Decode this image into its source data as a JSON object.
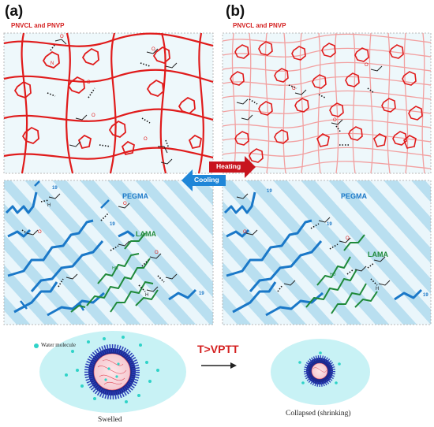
{
  "panels": {
    "a": {
      "letter": "(a)",
      "network_title": "PNVCL and PNVP"
    },
    "b": {
      "letter": "(b)",
      "network_title": "PNVCL and PNVP"
    }
  },
  "arrows": {
    "heating": "Heating",
    "cooling": "Cooling"
  },
  "polymers": {
    "pegma": "PEGMA",
    "lama": "LAMA",
    "repeat_count": "19"
  },
  "bottom": {
    "legend": "Water molecule",
    "transition": "T>VPTT",
    "swelled": "Swelled",
    "collapsed": "Collapsed (shrinking)"
  },
  "atoms": {
    "oxygen": "O",
    "nitrogen": "N",
    "hydrogen": "H",
    "hydroxyl": "HO"
  },
  "colors": {
    "network_red": "#e01b1b",
    "network_pink": "#f2a0a0",
    "pegma_blue": "#1a78c8",
    "lama_green": "#1f8a3a",
    "panel_bg": "#eef8fb",
    "water_cyan": "#2fd3c8",
    "heating_red": "#c8141e",
    "cooling_blue": "#1f86d8"
  }
}
